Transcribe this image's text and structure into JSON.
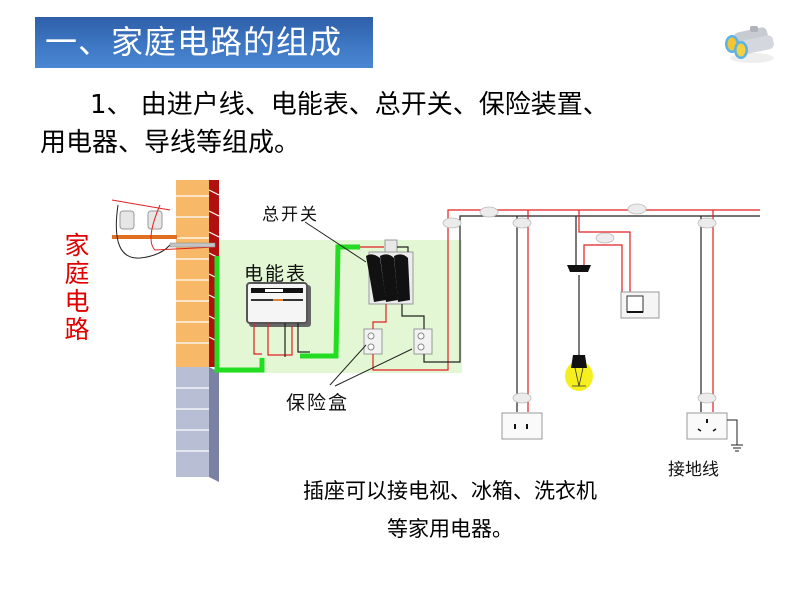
{
  "slide": {
    "title": "一、家庭电路的组成",
    "icon": "binoculars-icon",
    "intro_line1": "1、 由进户线、电能表、总开关、保险装置、",
    "intro_line2": "用电器、导线等组成。",
    "side_label": [
      "家",
      "庭",
      "电",
      "路"
    ],
    "side_label_color": "#e00000",
    "title_bg_color": "#3a70bd"
  },
  "diagram": {
    "labels": {
      "main_switch": "总开关",
      "meter": "电能表",
      "fuse_box": "保险盒",
      "ground_wire": "接地线"
    },
    "colors": {
      "live_wire": "#e02020",
      "neutral_wire": "#222222",
      "service_wire": "#22dd22",
      "panel_bg": "#e4f7d4",
      "wall_brick": "#f7b867",
      "wall_edge": "#b01010",
      "wall_lower": "#b8bfd4",
      "bulb_glow": "#f5ef20"
    }
  },
  "caption": {
    "line1": "插座可以接电视、冰箱、洗衣机",
    "line2": "等家用电器。"
  }
}
